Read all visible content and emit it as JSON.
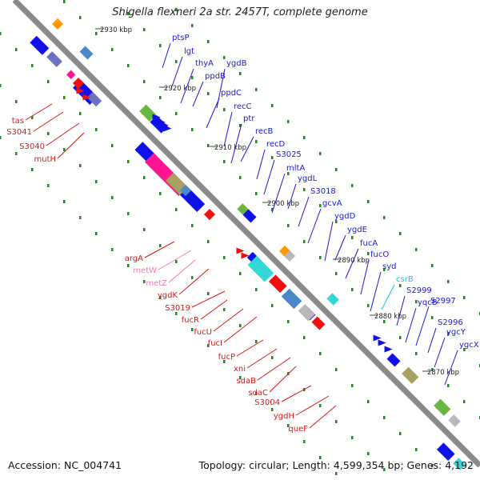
{
  "title": "Shigella flexneri 2a str. 2457T, complete genome",
  "accession": "Accession: NC_004741",
  "topology": "Topology: circular; Length: 4,599,354 bp; Genes: 4,192",
  "colors": {
    "backbone": "#7a7a7a",
    "label_forward": "#1818d8",
    "label_reverse": "#d81818",
    "label_pink": "#f07ab4",
    "label_cyan": "#18c0e0",
    "tick": "#1a8a1a",
    "feature_blue": "#1010e8",
    "feature_red": "#f01010",
    "feature_magenta": "#ff1493",
    "feature_olive": "#a8a060",
    "feature_green": "#66b840",
    "feature_cyan": "#30d8d8",
    "feature_steel": "#4a88c8",
    "feature_gray": "#b8b8b8",
    "feature_orange": "#ff9900",
    "feature_purple": "#7070c0"
  },
  "scale_labels": [
    "2930 kbp",
    "2920 kbp",
    "2910 kbp",
    "2900 kbp",
    "2890 kbp",
    "2880 kbp",
    "2870 kbp"
  ],
  "forward_genes": [
    {
      "name": "ptsP",
      "color": "label_forward"
    },
    {
      "name": "lgt",
      "color": "label_forward"
    },
    {
      "name": "thyA",
      "color": "label_forward"
    },
    {
      "name": "ygdB",
      "color": "label_forward"
    },
    {
      "name": "ppdB",
      "color": "label_forward"
    },
    {
      "name": "ppdC",
      "color": "label_forward"
    },
    {
      "name": "recC",
      "color": "label_forward"
    },
    {
      "name": "ptr",
      "color": "label_forward"
    },
    {
      "name": "recB",
      "color": "label_forward"
    },
    {
      "name": "recD",
      "color": "label_forward"
    },
    {
      "name": "S3025",
      "color": "label_forward"
    },
    {
      "name": "mltA",
      "color": "label_forward"
    },
    {
      "name": "ygdL",
      "color": "label_forward"
    },
    {
      "name": "S3018",
      "color": "label_forward"
    },
    {
      "name": "gcvA",
      "color": "label_forward"
    },
    {
      "name": "ygdD",
      "color": "label_forward"
    },
    {
      "name": "ygdE",
      "color": "label_forward"
    },
    {
      "name": "fucA",
      "color": "label_forward"
    },
    {
      "name": "fucO",
      "color": "label_forward"
    },
    {
      "name": "syd",
      "color": "label_forward"
    },
    {
      "name": "csrB",
      "color": "label_cyan"
    },
    {
      "name": "S2999",
      "color": "label_forward"
    },
    {
      "name": "yqcB",
      "color": "label_forward"
    },
    {
      "name": "S2997",
      "color": "label_forward"
    },
    {
      "name": "S2996",
      "color": "label_forward"
    },
    {
      "name": "ygcY",
      "color": "label_forward"
    },
    {
      "name": "ygcX",
      "color": "label_forward"
    }
  ],
  "reverse_genes": [
    {
      "name": "tas",
      "color": "label_reverse"
    },
    {
      "name": "S3041",
      "color": "label_reverse"
    },
    {
      "name": "S3040",
      "color": "label_reverse"
    },
    {
      "name": "mutH",
      "color": "label_reverse"
    },
    {
      "name": "argA",
      "color": "label_reverse"
    },
    {
      "name": "metW",
      "color": "label_pink"
    },
    {
      "name": "metZ",
      "color": "label_pink"
    },
    {
      "name": "ygdK",
      "color": "label_reverse"
    },
    {
      "name": "S3019",
      "color": "label_reverse"
    },
    {
      "name": "fucR",
      "color": "label_reverse"
    },
    {
      "name": "fucU",
      "color": "label_reverse"
    },
    {
      "name": "fucI",
      "color": "label_reverse"
    },
    {
      "name": "fucP",
      "color": "label_reverse"
    },
    {
      "name": "xni",
      "color": "label_reverse"
    },
    {
      "name": "sdaB",
      "color": "label_reverse"
    },
    {
      "name": "sdaC",
      "color": "label_reverse"
    },
    {
      "name": "S3004",
      "color": "label_reverse"
    },
    {
      "name": "ygdH",
      "color": "label_reverse"
    },
    {
      "name": "queF",
      "color": "label_reverse"
    }
  ]
}
